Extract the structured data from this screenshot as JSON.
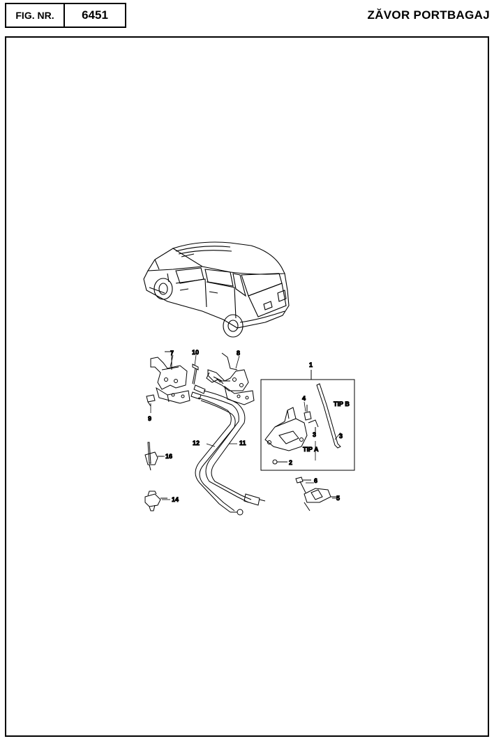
{
  "header": {
    "fig_label": "FIG. NR.",
    "fig_number": "6451",
    "title": "ZĂVOR PORTBAGAJ"
  },
  "callouts": {
    "c1": "1",
    "c2": "2",
    "c3a": "3",
    "c3b": "3",
    "c4": "4",
    "c5": "5",
    "c6": "6",
    "c7": "7",
    "c8": "8",
    "c9": "9",
    "c10": "10",
    "c11": "11",
    "c12": "12",
    "c14": "14",
    "c16": "16",
    "tip_a": "TIP A",
    "tip_b": "TIP B"
  }
}
